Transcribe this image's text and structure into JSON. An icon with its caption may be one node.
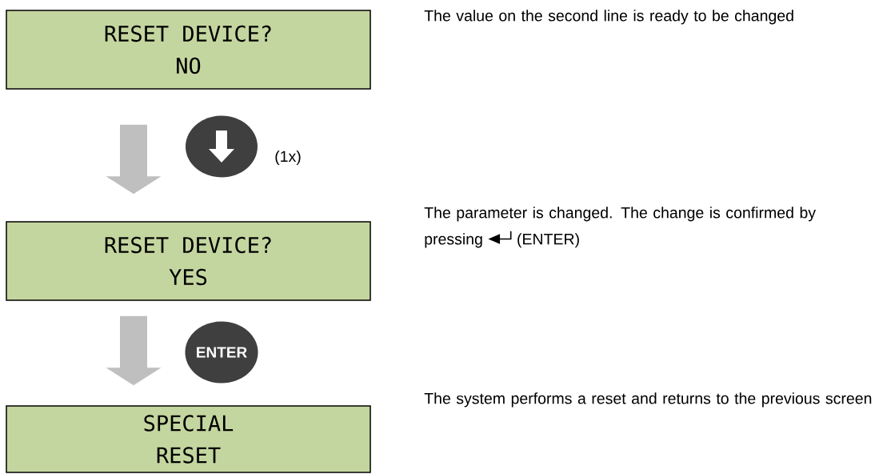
{
  "diagram": {
    "nodes": [
      {
        "text": [
          "RESET DEVICE?",
          "NO"
        ],
        "beside": [
          "The value on the second line is ready to be changed"
        ]
      },
      {
        "text": [],
        "shape": "circle",
        "beside": [
          "(1x)"
        ]
      },
      {
        "text": [
          "RESET DEVICE?",
          "YES"
        ],
        "beside": [
          "The parameter is changed. The change is confirmed by pressing",
          "(ENTER)"
        ]
      },
      {
        "text": [
          "ENTER"
        ]
      },
      {
        "text": [
          "SPECIAL",
          "RESET"
        ],
        "beside": [
          "The system performs a reset and returns to the previous screen"
        ]
      }
    ],
    "edges": [
      {
        "from": 0,
        "to": 2,
        "arrow": "to"
      },
      {
        "from": 2,
        "to": 4,
        "arrow": "to"
      }
    ]
  }
}
